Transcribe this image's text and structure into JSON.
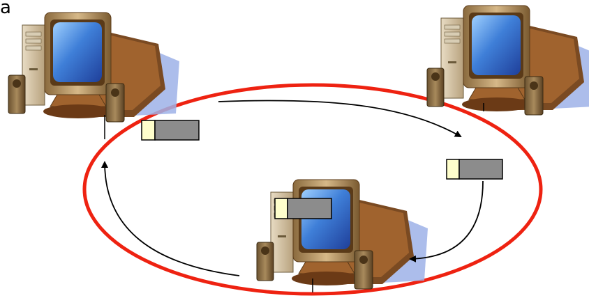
{
  "corner_label": "a",
  "colors": {
    "ring": "#ee2211",
    "arrow": "#000000",
    "packet_header": "#ffffcc",
    "packet_body": "#8c8c8c",
    "screen": "#3f7fd8",
    "monitor_body": "#bf9e6e",
    "shadow": "#9eb2e8"
  },
  "diagram": {
    "computers": [
      "top-left-computer",
      "top-right-computer",
      "bottom-computer"
    ],
    "packets": [
      "packet-1",
      "packet-2",
      "packet-3"
    ],
    "ring": "token-ring",
    "arrow_direction": "clockwise"
  }
}
